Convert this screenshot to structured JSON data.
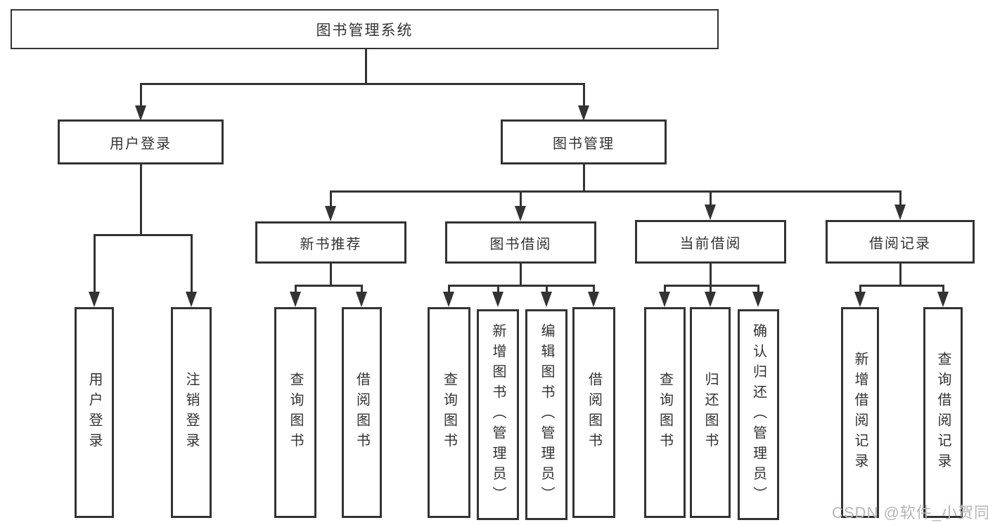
{
  "watermark": "CSDN @软件_小贺同学",
  "colors": {
    "line": "#333333",
    "text": "#333333",
    "box_background": "#ffffff",
    "watermark": "#b3b7bc"
  },
  "tree": {
    "root": {
      "label": "图书管理系统",
      "children": [
        {
          "label": "用户登录",
          "children": [
            {
              "label": "用户登录"
            },
            {
              "label": "注销登录"
            }
          ]
        },
        {
          "label": "图书管理",
          "children": [
            {
              "label": "新书推荐",
              "children": [
                {
                  "label": "查询图书"
                },
                {
                  "label": "借阅图书"
                }
              ]
            },
            {
              "label": "图书借阅",
              "children": [
                {
                  "label": "查询图书"
                },
                {
                  "label": "新增图书（管理员）"
                },
                {
                  "label": "编辑图书（管理员）"
                },
                {
                  "label": "借阅图书"
                }
              ]
            },
            {
              "label": "当前借阅",
              "children": [
                {
                  "label": "查询图书"
                },
                {
                  "label": "归还图书"
                },
                {
                  "label": "确认归还（管理员）"
                }
              ]
            },
            {
              "label": "借阅记录",
              "children": [
                {
                  "label": "新增借阅记录"
                },
                {
                  "label": "查询借阅记录"
                }
              ]
            }
          ]
        }
      ]
    }
  }
}
